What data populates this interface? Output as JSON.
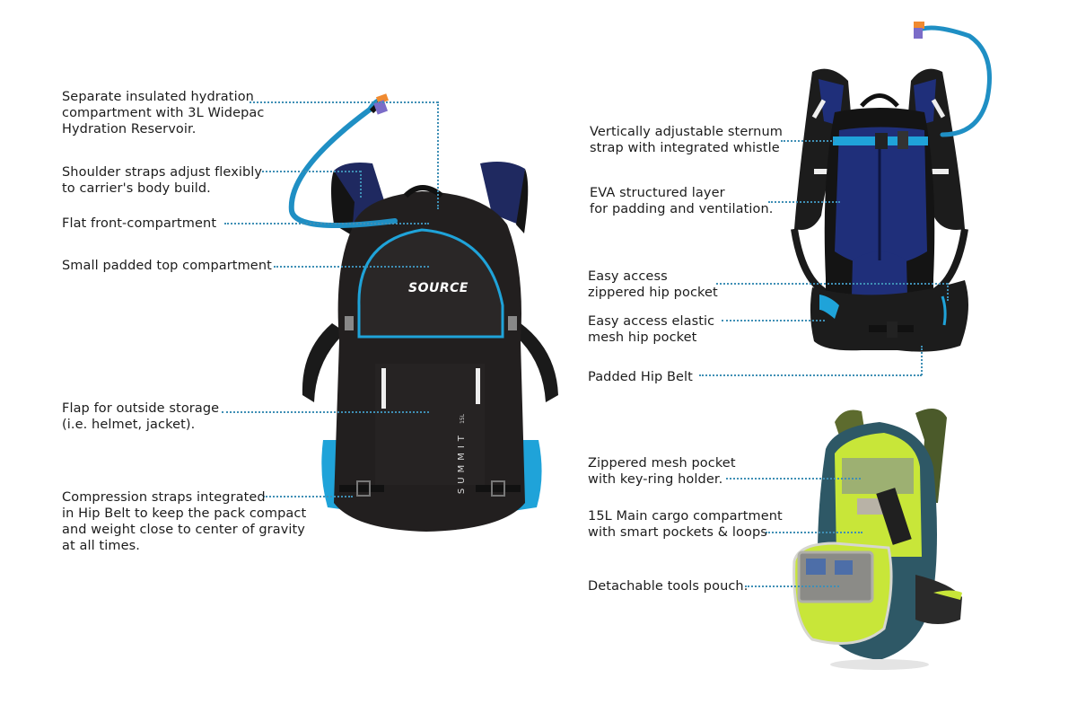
{
  "colors": {
    "leader_line": "#3f8fb5",
    "text": "#1c1c1c",
    "pack_black": "#1e1c1c",
    "accent_blue": "#1fa3d9",
    "back_panel_navy": "#1f2f7a",
    "interior_lime": "#c8e639",
    "shell_teal": "#2e5866",
    "bite_valve_orange": "#f08a30"
  },
  "front_view": {
    "brand_logo": "SOURCE",
    "model_label": "SUMMIT",
    "model_volume": "15L",
    "callouts": [
      {
        "id": "hydration",
        "text": "Separate insulated hydration\ncompartment with 3L Widepac\nHydration Reservoir."
      },
      {
        "id": "shoulder-straps",
        "text": "Shoulder straps adjust flexibly\nto carrier's body build."
      },
      {
        "id": "front-compartment",
        "text": "Flat front-compartment"
      },
      {
        "id": "top-compartment",
        "text": "Small padded top compartment"
      },
      {
        "id": "flap",
        "text": "Flap for outside storage\n(i.e. helmet, jacket)."
      },
      {
        "id": "compression-straps",
        "text": "Compression straps integrated\nin Hip Belt to keep the pack compact\nand weight close to center of gravity\nat all times."
      }
    ]
  },
  "back_view": {
    "callouts": [
      {
        "id": "sternum-strap",
        "text": "Vertically adjustable sternum\nstrap with integrated whistle"
      },
      {
        "id": "eva-layer",
        "text": "EVA structured layer\nfor padding and ventilation."
      },
      {
        "id": "zippered-hip-pocket",
        "text": "Easy access\nzippered hip pocket"
      },
      {
        "id": "mesh-hip-pocket",
        "text": "Easy access elastic\nmesh hip pocket"
      },
      {
        "id": "hip-belt",
        "text": "Padded Hip Belt"
      }
    ]
  },
  "open_view": {
    "callouts": [
      {
        "id": "mesh-pocket",
        "text": "Zippered mesh pocket\nwith key-ring holder."
      },
      {
        "id": "main-cargo",
        "text": "15L Main cargo compartment\nwith smart pockets & loops"
      },
      {
        "id": "tools-pouch",
        "text": "Detachable tools pouch."
      }
    ]
  }
}
